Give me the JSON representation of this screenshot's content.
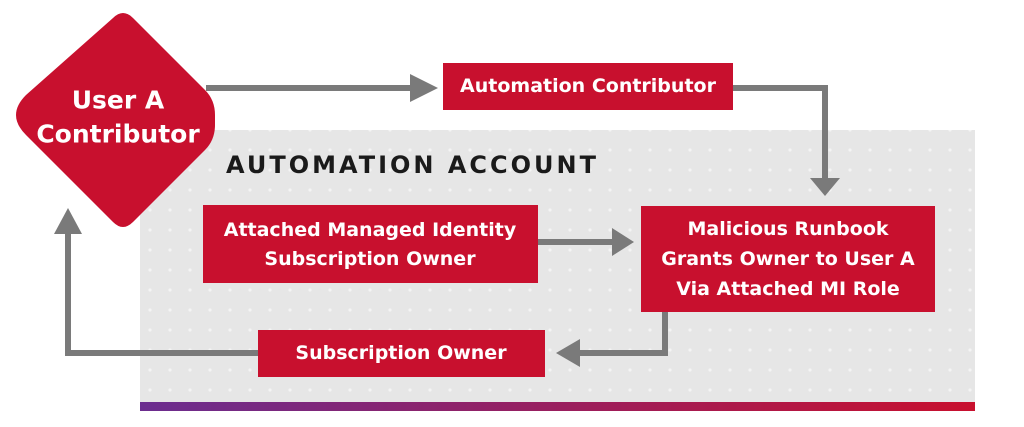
{
  "colors": {
    "accent": "#c8102e",
    "container_bg": "#e6e6e6",
    "container_dot": "#f4f4f4",
    "arrow": "#7a7a7a",
    "title_text": "#1a1a1a",
    "gradient_start": "#6b2d8f",
    "gradient_end": "#c8102e"
  },
  "nodes": {
    "user": {
      "line1": "User A",
      "line2": "Contributor",
      "shape": "diamond"
    },
    "automation_contributor": {
      "label": "Automation Contributor"
    },
    "managed_identity": {
      "line1": "Attached Managed Identity",
      "line2": "Subscription Owner"
    },
    "runbook": {
      "line1": "Malicious Runbook",
      "line2": "Grants Owner to User A",
      "line3": "Via Attached MI Role"
    },
    "subscription_owner": {
      "label": "Subscription Owner"
    }
  },
  "container": {
    "title": "AUTOMATION ACCOUNT"
  },
  "edges": [
    {
      "from": "user",
      "to": "automation_contributor"
    },
    {
      "from": "automation_contributor",
      "to": "runbook"
    },
    {
      "from": "managed_identity",
      "to": "runbook"
    },
    {
      "from": "runbook",
      "to": "subscription_owner"
    },
    {
      "from": "subscription_owner",
      "to": "user"
    }
  ]
}
